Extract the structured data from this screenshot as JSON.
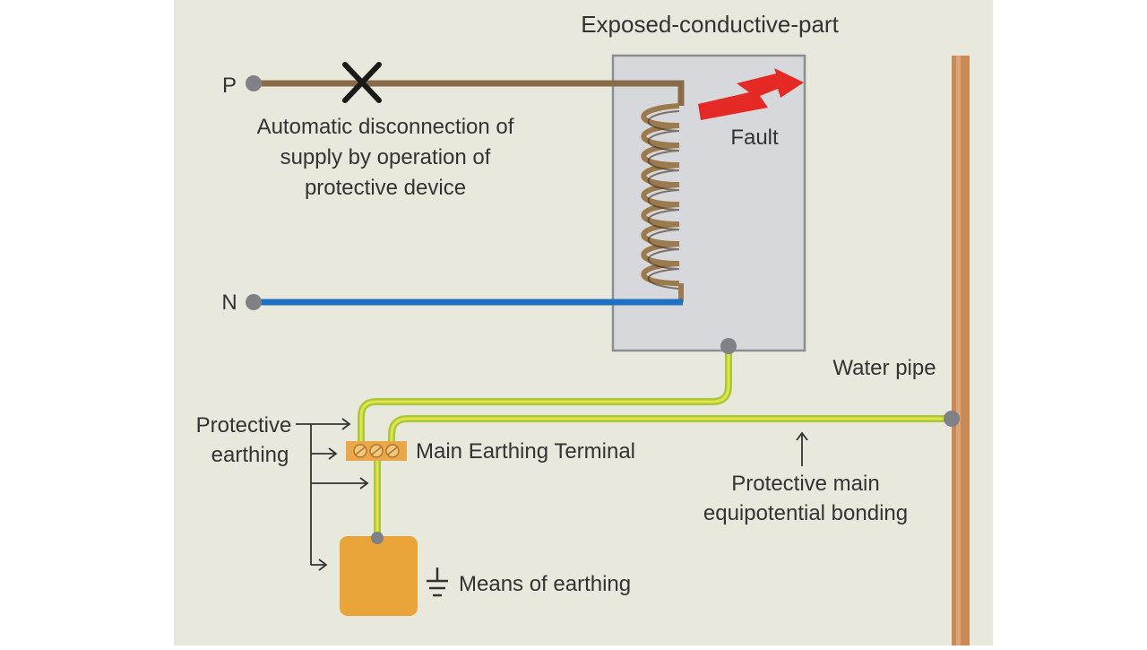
{
  "labels": {
    "exposed_part": "Exposed-conductive-part",
    "phase": "P",
    "neutral": "N",
    "disconnection_line1": "Automatic disconnection of",
    "disconnection_line2": "supply by operation of",
    "disconnection_line3": "protective device",
    "fault": "Fault",
    "water_pipe": "Water pipe",
    "protective_earthing_line1": "Protective",
    "protective_earthing_line2": "earthing",
    "main_earthing_terminal": "Main Earthing Terminal",
    "bonding_line1": "Protective main",
    "bonding_line2": "equipotential bonding",
    "means_of_earthing": "Means of earthing"
  },
  "colors": {
    "page_margin": "#ffffff",
    "background": "#e9e8dd",
    "phase_wire": "#8b6b47",
    "neutral_wire": "#1f6fc3",
    "earth_wire_green": "#a6c93a",
    "earth_wire_yellow": "#e6e24a",
    "enclosure_fill": "#d6d8dc",
    "enclosure_stroke": "#8b8e93",
    "coil": "#9b7a4e",
    "fault_arrow": "#e52a26",
    "water_pipe": "#c98a55",
    "terminal_block": "#e9a94a",
    "earth_electrode": "#e9a53a",
    "node": "#7f8186",
    "text": "#333333"
  }
}
